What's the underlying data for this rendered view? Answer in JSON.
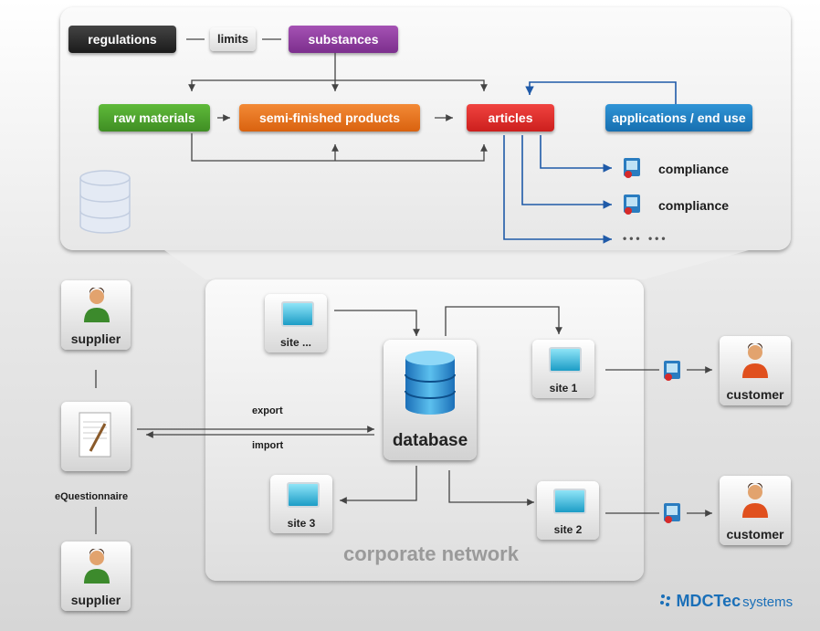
{
  "top": {
    "regulations": "regulations",
    "limits": "limits",
    "substances": "substances",
    "raw_materials": "raw materials",
    "semi_finished": "semi-finished products",
    "articles": "articles",
    "applications": "applications / end use",
    "compliance_1": "compliance",
    "compliance_2": "compliance",
    "ellipsis": "••• •••"
  },
  "network": {
    "database": "database",
    "corporate_network": "corporate network",
    "export": "export",
    "import": "import",
    "site_dots": "site ...",
    "site_1": "site 1",
    "site_2": "site 2",
    "site_3": "site 3"
  },
  "actors": {
    "supplier_top": "supplier",
    "supplier_bottom": "supplier",
    "equestionnaire": "eQuestionnaire",
    "customer_top": "customer",
    "customer_bottom": "customer"
  },
  "brand": {
    "logo_text_1": "MDCTec",
    "logo_text_2": "systems"
  },
  "colors": {
    "regulations": "#2b2b2b",
    "substances": "#8e3a9e",
    "raw_materials": "#4aa02c",
    "semi_finished": "#e8741c",
    "articles": "#e42a28",
    "applications": "#1a7fc4",
    "line_blue": "#1f5aa8"
  }
}
